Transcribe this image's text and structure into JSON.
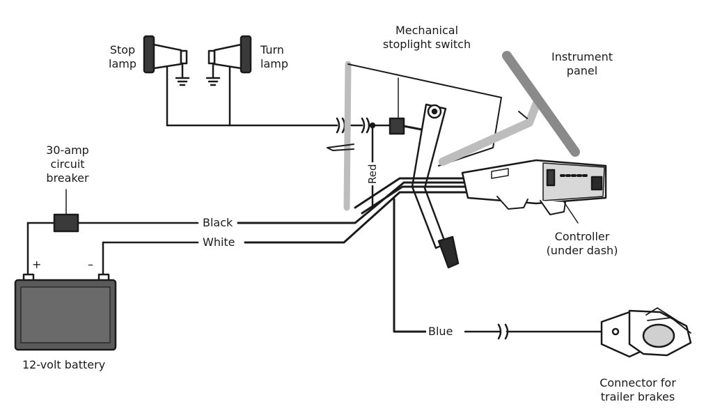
{
  "labels": {
    "stop_lamp": [
      "Stop",
      "lamp"
    ],
    "turn_lamp": [
      "Turn",
      "lamp"
    ],
    "stoplight_switch": [
      "Mechanical",
      "stoplight switch"
    ],
    "instrument_panel": [
      "Instrument",
      "panel"
    ],
    "circuit_breaker": [
      "30-amp",
      "circuit",
      "breaker"
    ],
    "controller": [
      "Controller",
      "(under dash)"
    ],
    "battery": "12-volt battery",
    "connector": [
      "Connector for",
      "trailer brakes"
    ],
    "plus": "+",
    "minus": "–"
  },
  "wires": {
    "black": "Black",
    "white": "White",
    "red": "Red",
    "blue": "Blue"
  },
  "colors": {
    "line": "#1a1a1a",
    "shade": "#bdbdbd",
    "dark_fill": "#3a3a3a",
    "battery_fill": "#5a5a5a"
  }
}
